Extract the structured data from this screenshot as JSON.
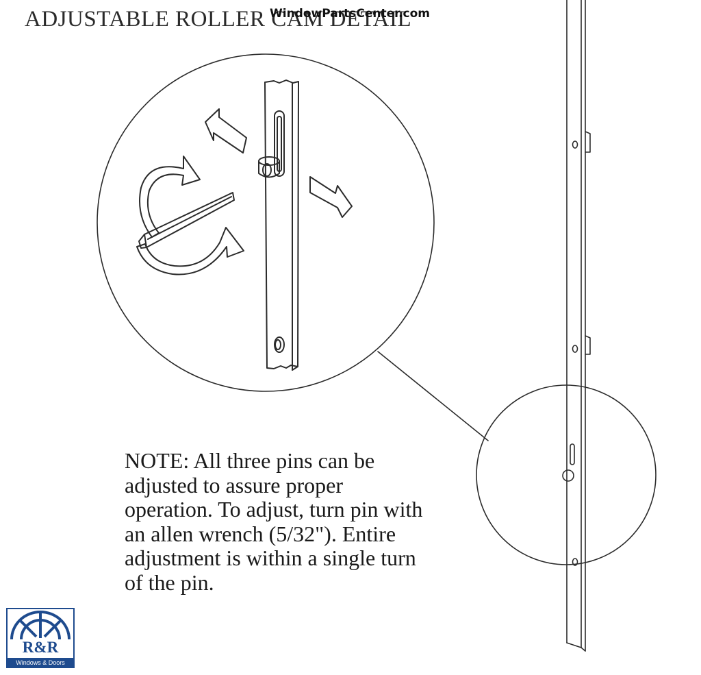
{
  "title": "ADJUSTABLE ROLLER CAM DETAIL",
  "watermark": "WindowPartsCenter.com",
  "note": "NOTE: All three pins can be adjusted to assure proper operation.  To adjust, turn pin with an allen wrench (5/32\").  Entire adjustment is within a single turn of the pin.",
  "logo": {
    "name": "R&R",
    "tagline": "Windows & Doors",
    "color": "#1e4b8e"
  },
  "colors": {
    "line": "#2b2b2b",
    "background": "#ffffff"
  }
}
